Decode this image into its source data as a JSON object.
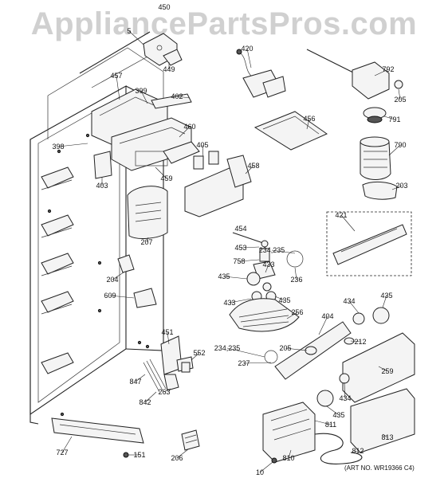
{
  "watermark": "AppliancePartsPros.com",
  "art_number": "(ART NO. WR19366 C4)",
  "parts": [
    {
      "id": "450",
      "label": "450"
    },
    {
      "id": "5",
      "label": "5"
    },
    {
      "id": "449",
      "label": "449"
    },
    {
      "id": "420",
      "label": "420"
    },
    {
      "id": "792",
      "label": "792"
    },
    {
      "id": "205a",
      "label": "205"
    },
    {
      "id": "457",
      "label": "457"
    },
    {
      "id": "399",
      "label": "399"
    },
    {
      "id": "402",
      "label": "402"
    },
    {
      "id": "456",
      "label": "456"
    },
    {
      "id": "791",
      "label": "791"
    },
    {
      "id": "398",
      "label": "398"
    },
    {
      "id": "460",
      "label": "460"
    },
    {
      "id": "405",
      "label": "405"
    },
    {
      "id": "790",
      "label": "790"
    },
    {
      "id": "403",
      "label": "403"
    },
    {
      "id": "459",
      "label": "459"
    },
    {
      "id": "458",
      "label": "458"
    },
    {
      "id": "203",
      "label": "203"
    },
    {
      "id": "421",
      "label": "421"
    },
    {
      "id": "207",
      "label": "207"
    },
    {
      "id": "454",
      "label": "454"
    },
    {
      "id": "453",
      "label": "453"
    },
    {
      "id": "234_235a",
      "label": "234,235"
    },
    {
      "id": "758",
      "label": "758"
    },
    {
      "id": "433a",
      "label": "433"
    },
    {
      "id": "204",
      "label": "204"
    },
    {
      "id": "435a",
      "label": "435"
    },
    {
      "id": "236",
      "label": "236"
    },
    {
      "id": "609",
      "label": "609"
    },
    {
      "id": "433b",
      "label": "433"
    },
    {
      "id": "435b",
      "label": "435"
    },
    {
      "id": "434a",
      "label": "434"
    },
    {
      "id": "435c",
      "label": "435"
    },
    {
      "id": "256",
      "label": "256"
    },
    {
      "id": "404",
      "label": "404"
    },
    {
      "id": "451",
      "label": "451"
    },
    {
      "id": "212",
      "label": "212"
    },
    {
      "id": "552",
      "label": "552"
    },
    {
      "id": "234_235b",
      "label": "234,235"
    },
    {
      "id": "205b",
      "label": "205"
    },
    {
      "id": "237",
      "label": "237"
    },
    {
      "id": "847",
      "label": "847"
    },
    {
      "id": "263",
      "label": "263"
    },
    {
      "id": "259",
      "label": "259"
    },
    {
      "id": "842",
      "label": "842"
    },
    {
      "id": "434b",
      "label": "434"
    },
    {
      "id": "435d",
      "label": "435"
    },
    {
      "id": "727",
      "label": "727"
    },
    {
      "id": "811",
      "label": "811"
    },
    {
      "id": "813",
      "label": "813"
    },
    {
      "id": "151",
      "label": "151"
    },
    {
      "id": "206",
      "label": "206"
    },
    {
      "id": "10",
      "label": "10"
    },
    {
      "id": "810",
      "label": "810"
    },
    {
      "id": "812",
      "label": "812"
    }
  ]
}
